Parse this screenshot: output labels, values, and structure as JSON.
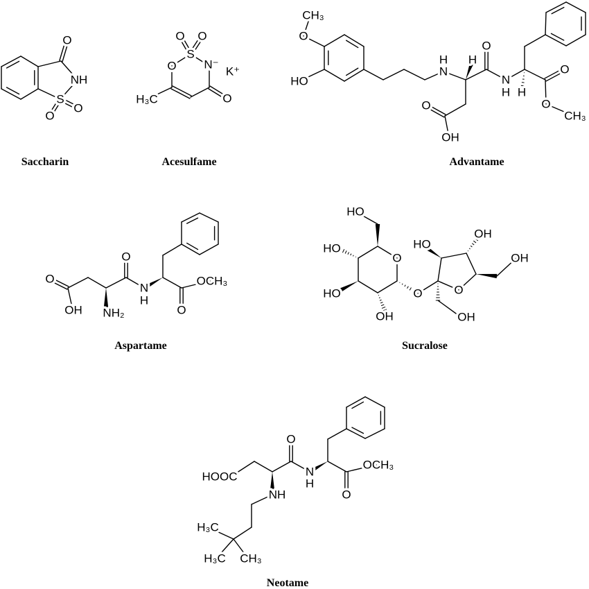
{
  "saccharin": {
    "name": "Saccharin",
    "atoms": [
      "O",
      "NH",
      "S",
      "O",
      "O"
    ]
  },
  "acesulfame": {
    "name": "Acesulfame",
    "atoms": [
      "S",
      "O",
      "O",
      "O",
      "N⁻",
      "K⁺",
      "O",
      "H₃C"
    ]
  },
  "advantame": {
    "name": "Advantame",
    "atoms": [
      "CH₃",
      "O",
      "HO",
      "N",
      "H",
      "H",
      "O",
      "N",
      "H",
      "H",
      "O",
      "O",
      "CH₃",
      "O",
      "OH"
    ]
  },
  "aspartame": {
    "name": "Aspartame",
    "atoms": [
      "O",
      "OH",
      "NH₂",
      "O",
      "N",
      "H",
      "O",
      "OCH₃"
    ]
  },
  "sucralose": {
    "name": "Sucralose",
    "atoms": [
      "O",
      "HO",
      "HO",
      "HO",
      "OH",
      "O",
      "O",
      "HO",
      "OH",
      "OH",
      "OH"
    ]
  },
  "neotame": {
    "name": "Neotame",
    "atoms": [
      "HOOC",
      "O",
      "N",
      "H",
      "NH",
      "O",
      "OCH₃",
      "H₃C",
      "H₃C",
      "CH₃"
    ]
  }
}
